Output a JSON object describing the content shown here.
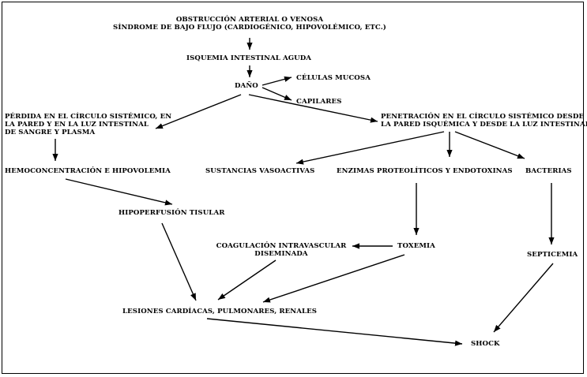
{
  "nodes": {
    "obstruction": [
      "OBSTRUCCIÓN ARTERIAL O VENOSA",
      "SÍNDROME DE BAJO FLUJO (CARDIOGÉNICO, HIPOVOLÉMICO, ETC.)"
    ],
    "ischemia": "ISQUEMIA INTESTINAL AGUDA",
    "damage": "DAÑO",
    "mucosal_cells": "CÉLULAS MUCOSA",
    "capillaries": "CAPILARES",
    "loss": [
      "PÉRDIDA EN EL CÍRCULO SISTÉMICO, EN",
      "LA PARED Y EN LA LUZ INTESTINAL",
      "DE SANGRE Y PLASMA"
    ],
    "penetration": [
      "PENETRACIÓN EN EL CÍRCULO SISTÉMICO DESDE",
      "LA PARED ISQUÉMICA Y DESDE LA LUZ INTESTINAL"
    ],
    "hemoconcentration": "HEMOCONCENTRACIÓN E HIPOVOLEMIA",
    "vasoactive": "SUSTANCIAS VASOACTIVAS",
    "enzymes": "ENZIMAS PROTEOLÍTICOS Y ENDOTOXINAS",
    "bacteria": "BACTERIAS",
    "hypoperfusion": "HIPOPERFUSIÓN TISULAR",
    "coagulation": [
      "COAGULACIÓN INTRAVASCULAR",
      "DISEMINADA"
    ],
    "toxemia": "TOXEMIA",
    "septicemia": "SEPTICEMIA",
    "lesions": "LESIONES CARDÍACAS, PULMONARES, RENALES",
    "shock": "SHOCK"
  }
}
